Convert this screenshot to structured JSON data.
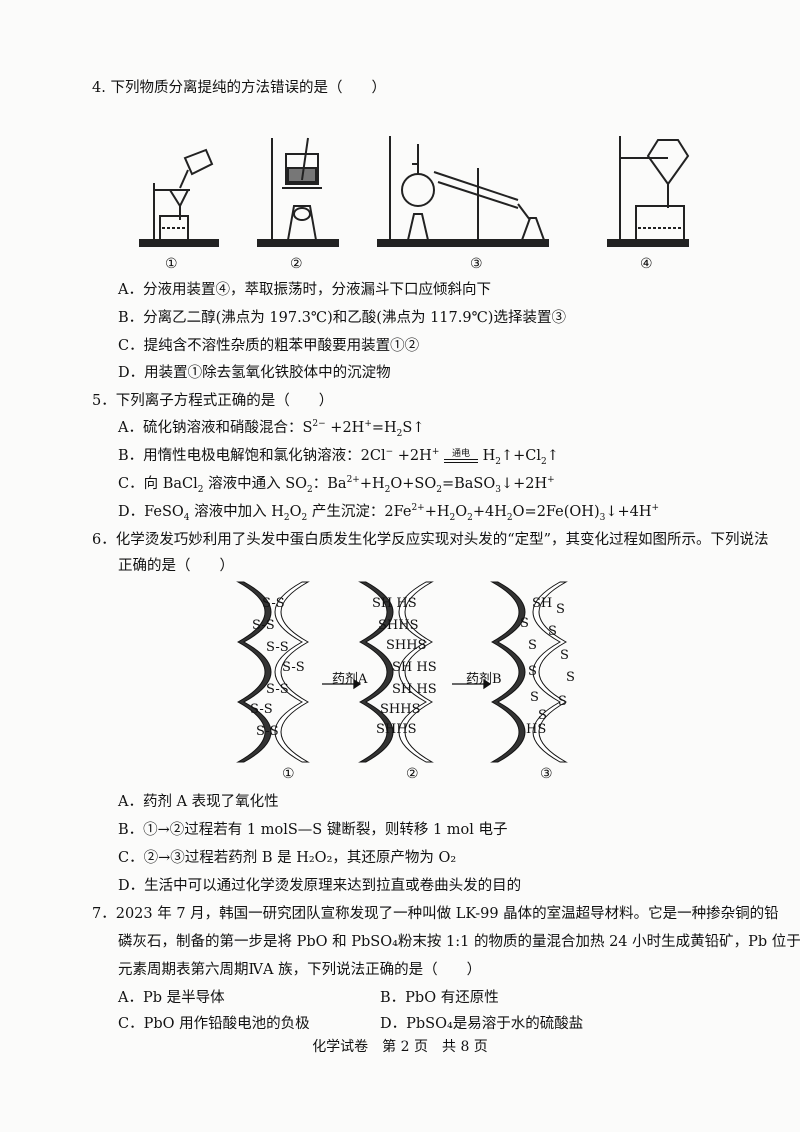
{
  "q4": {
    "stem": "4. 下列物质分离提纯的方法错误的是（　　）",
    "fig_labels": [
      "①",
      "②",
      "③",
      "④"
    ],
    "options": [
      "A．分液用装置④，萃取振荡时，分液漏斗下口应倾斜向下",
      "B．分离乙二醇(沸点为 197.3℃)和乙酸(沸点为 117.9℃)选择装置③",
      "C．提纯含不溶性杂质的粗苯甲酸要用装置①②",
      "D．用装置①除去氢氧化铁胶体中的沉淀物"
    ]
  },
  "q5": {
    "stem": "5．下列离子方程式正确的是（　　）",
    "A": {
      "label": "A．硫化钠溶液和硝酸混合：S",
      "rest": " +2H",
      "tail": "=H",
      "end": "S↑"
    },
    "B": {
      "pre": "B．用惰性电极电解饱和氯化钠溶液：2Cl",
      "mid": " +2H",
      "cond": "通电",
      "tail": " H",
      "tail2": "↑+Cl",
      "tail3": "↑"
    },
    "C": {
      "pre": "C．向 BaCl",
      "a": " 溶液中通入 SO",
      "b": "：Ba",
      "c": "+H",
      "d": "O+SO",
      "e": "=BaSO",
      "f": "↓+2H"
    },
    "D": {
      "pre": "D．FeSO",
      "a": " 溶液中加入 H",
      "b": "O",
      "c": " 产生沉淀：2Fe",
      "d": "+H",
      "e": "O",
      "f": "+4H",
      "g": "O=2Fe(OH)",
      "h": "↓+4H"
    }
  },
  "q6": {
    "stem1": "6．化学烫发巧妙利用了头发中蛋白质发生化学反应实现对头发的“定型”，其变化过程如图所示。下列说法",
    "stem2": "正确的是（　　）",
    "fig": {
      "ss": "S-S",
      "shhs": "SHHS",
      "sh_hs": "SH HS",
      "sh": "SH",
      "s": "S",
      "hs": "HS",
      "agentA": "药剂A",
      "agentB": "药剂B",
      "labels": [
        "①",
        "②",
        "③"
      ]
    },
    "options": [
      "A．药剂 A 表现了氧化性",
      "B．①→②过程若有 1 molS—S 键断裂，则转移 1 mol 电子",
      "C．②→③过程若药剂 B 是 H₂O₂，其还原产物为 O₂",
      "D．生活中可以通过化学烫发原理来达到拉直或卷曲头发的目的"
    ]
  },
  "q7": {
    "stem1": "7．2023 年 7 月，韩国一研究团队宣称发现了一种叫做 LK-99 晶体的室温超导材料。它是一种掺杂铜的铅",
    "stem2": "磷灰石，制备的第一步是将 PbO 和 PbSO₄粉末按 1:1 的物质的量混合加热 24 小时生成黄铅矿，Pb 位于",
    "stem3": "元素周期表第六周期ⅣA 族，下列说法正确的是（　　）",
    "options": [
      "A．Pb 是半导体",
      "B．PbO 有还原性",
      "C．PbO 用作铅酸电池的负极",
      "D．PbSO₄是易溶于水的硫酸盐"
    ]
  },
  "footer": "化学试卷　第 2 页　共 8 页"
}
